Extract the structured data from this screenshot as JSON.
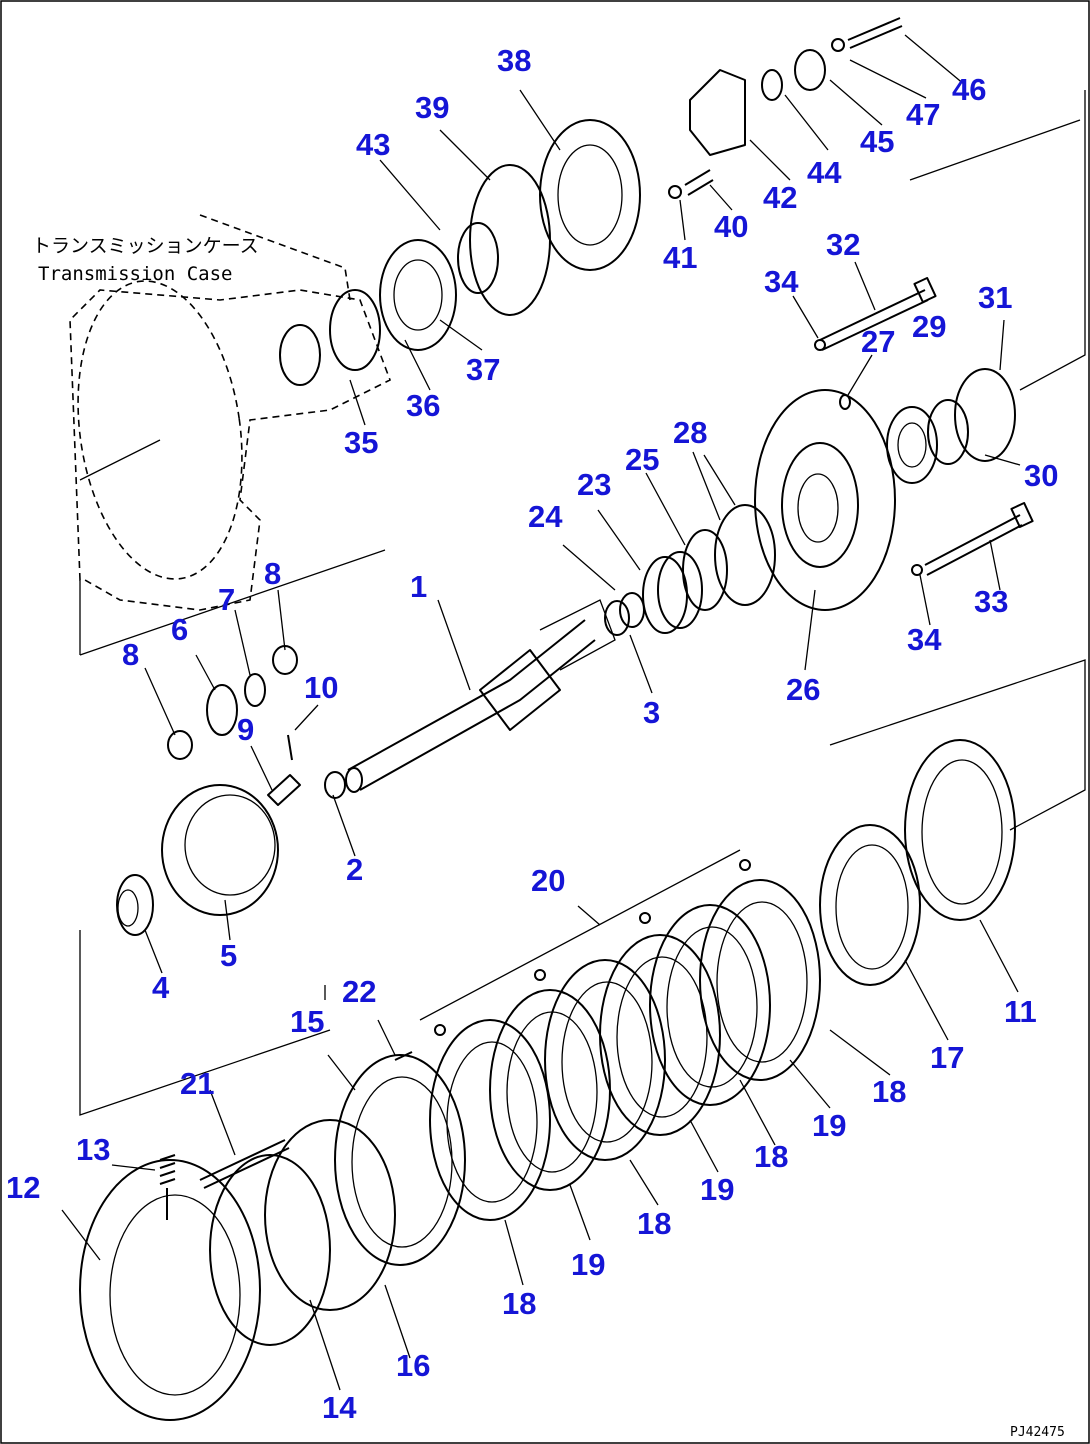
{
  "case_label": {
    "japanese": "トランスミッションケース",
    "english": "Transmission Case"
  },
  "reference_code": "PJ42475",
  "callouts": [
    "1",
    "2",
    "3",
    "4",
    "5",
    "6",
    "7",
    "8",
    "8",
    "9",
    "10",
    "11",
    "12",
    "13",
    "14",
    "15",
    "16",
    "17",
    "18",
    "18",
    "18",
    "18",
    "19",
    "19",
    "19",
    "20",
    "21",
    "22",
    "23",
    "24",
    "25",
    "26",
    "27",
    "28",
    "29",
    "30",
    "31",
    "32",
    "33",
    "34",
    "34",
    "35",
    "36",
    "37",
    "38",
    "39",
    "40",
    "41",
    "42",
    "43",
    "44",
    "45",
    "46",
    "47"
  ]
}
